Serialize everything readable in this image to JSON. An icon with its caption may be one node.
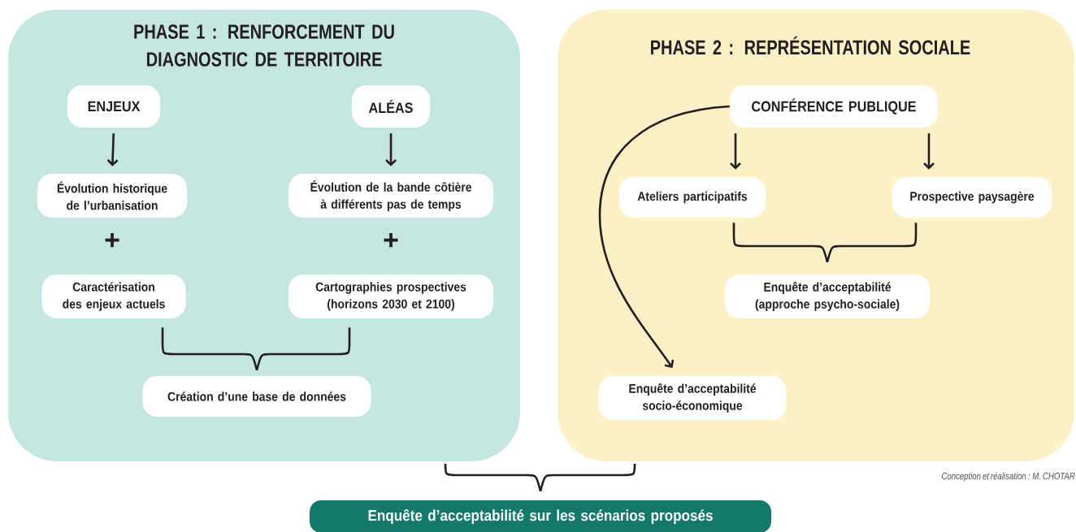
{
  "diagram": {
    "nodes": [
      {
        "text": [
          "PHASE 1 : RENFORCEMENT DU DIAGNOSTIC DE TERRITOIRE"
        ]
      },
      {
        "text": [
          "ENJEUX"
        ],
        "in": 0
      },
      {
        "text": [
          "ALÉAS"
        ],
        "in": 0
      },
      {
        "text": [
          "Évolution historique de l’urbanisation"
        ],
        "in": 0
      },
      {
        "text": [
          "Évolution de la bande côtière à différents pas de temps"
        ],
        "in": 0
      },
      {
        "text": [
          "Caractérisation des enjeux actuels"
        ],
        "in": 0
      },
      {
        "text": [
          "Cartographies prospectives (horizons 2030 et 2100)"
        ],
        "in": 0
      },
      {
        "text": [
          "Création d’une base de données"
        ],
        "in": 0
      },
      {
        "text": [
          "PHASE 2 : REPRÉSENTATION SOCIALE"
        ]
      },
      {
        "text": [
          "CONFÉRENCE PUBLIQUE"
        ],
        "in": 8
      },
      {
        "text": [
          "Ateliers participatifs"
        ],
        "in": 8
      },
      {
        "text": [
          "Prospective paysagère"
        ],
        "in": 8
      },
      {
        "text": [
          "Enquête d’acceptabilité (approche psycho-sociale)"
        ],
        "in": 8
      },
      {
        "text": [
          "Enquête d’acceptabilité socio-économique"
        ],
        "in": 8
      },
      {
        "text": [
          "Enquête d’acceptabilité sur les scénarios proposés"
        ]
      }
    ],
    "edges": [
      {
        "from": 1,
        "to": 3,
        "arrow": "to"
      },
      {
        "from": 2,
        "to": 4,
        "arrow": "to"
      },
      {
        "from": 5,
        "to": 7,
        "arrow": "none"
      },
      {
        "from": 6,
        "to": 7,
        "arrow": "none"
      },
      {
        "from": 9,
        "to": 10,
        "arrow": "to"
      },
      {
        "from": 9,
        "to": 11,
        "arrow": "to"
      },
      {
        "from": 9,
        "to": 13,
        "arrow": "to"
      },
      {
        "from": 10,
        "to": 12,
        "arrow": "none"
      },
      {
        "from": 11,
        "to": 12,
        "arrow": "none"
      },
      {
        "from": 0,
        "to": 14,
        "arrow": "none"
      },
      {
        "from": 8,
        "to": 14,
        "arrow": "none"
      }
    ],
    "labels": [
      "+",
      "+",
      "Conception et réalisation : M. CHOTAR"
    ]
  }
}
